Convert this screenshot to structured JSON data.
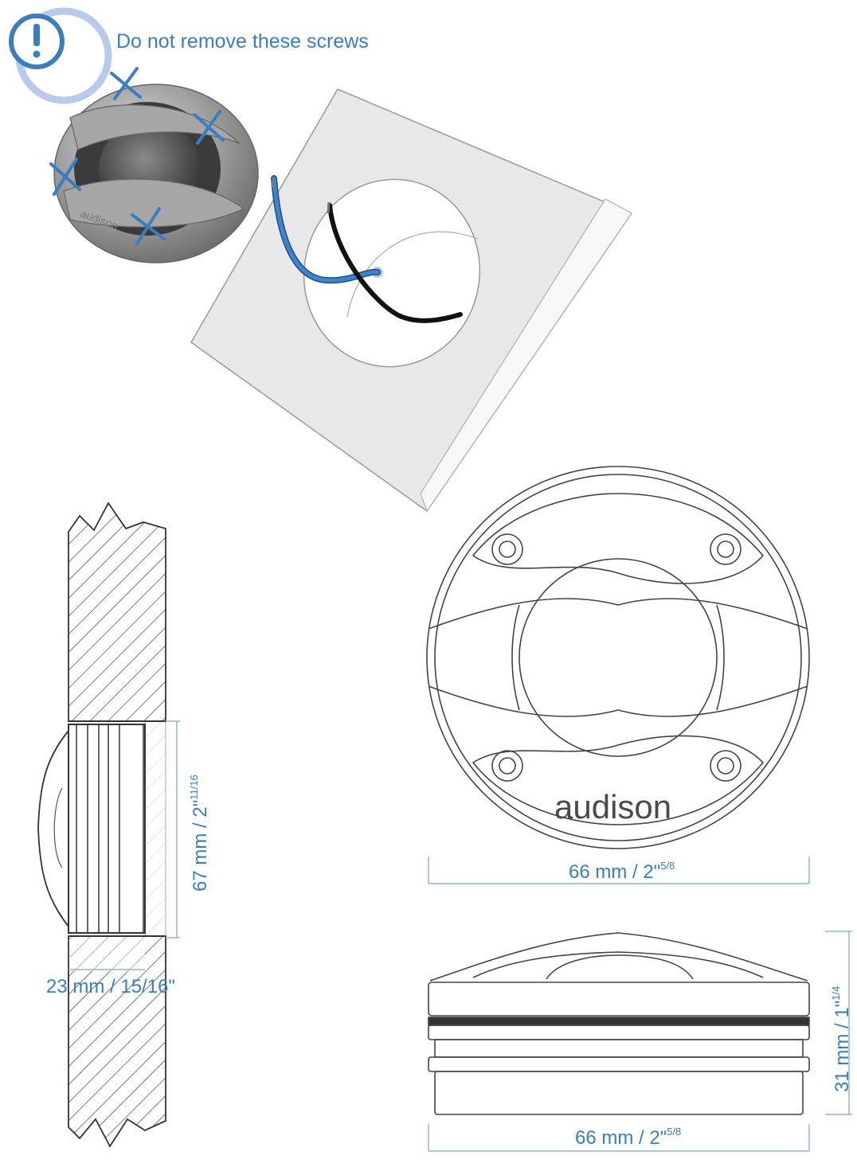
{
  "warning": {
    "text": "Do not remove these screws",
    "icon": "exclamation-circle-icon",
    "accent_color": "#3a7ec0"
  },
  "brand": {
    "logo_text": "audison"
  },
  "dimensions": {
    "top_view_width": {
      "text": "66 mm / 2\"",
      "sup": "5/8"
    },
    "side_view_width": {
      "text": "66 mm / 2\"",
      "sup": "5/8"
    },
    "side_view_height": {
      "text": "31 mm / 1\"",
      "sup": "1/4"
    },
    "section_height": {
      "text": "67 mm / 2\"",
      "sup": "11/16"
    },
    "section_depth": {
      "text": "23 mm / 15/16\""
    }
  },
  "colors": {
    "dimension_blue": "#3a7ec0",
    "outline_gray": "#444444",
    "wire_blue": "#2f6fb4",
    "wire_black": "#1a1a1a",
    "panel_gray": "#e6e6e6"
  }
}
